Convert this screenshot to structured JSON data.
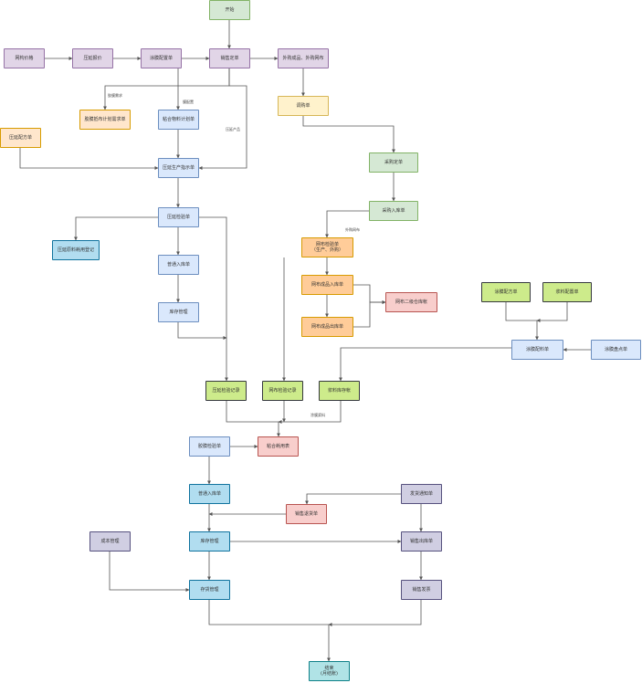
{
  "nodes": [
    {
      "id": "start",
      "label": "开始",
      "color": "green"
    },
    {
      "id": "n_gjjg",
      "label": "网构价格",
      "color": "purple"
    },
    {
      "id": "n_yzbj",
      "label": "压延报价",
      "color": "purple"
    },
    {
      "id": "n_tmpzd",
      "label": "涂膜配置单",
      "color": "purple"
    },
    {
      "id": "n_xsdd",
      "label": "销售定单",
      "color": "purple"
    },
    {
      "id": "n_wgcp",
      "label": "外购成品、外购网布",
      "color": "purple"
    },
    {
      "id": "n_dgd",
      "label": "调购单",
      "color": "yellow"
    },
    {
      "id": "n_tjzp",
      "label": "胶膜抵布计划需求单",
      "color": "orange"
    },
    {
      "id": "n_nhwl",
      "label": "粘合物料计划单",
      "color": "blue"
    },
    {
      "id": "n_yypf",
      "label": "压延配方单",
      "color": "orange"
    },
    {
      "id": "n_yysc",
      "label": "压延生产指示单",
      "color": "blue"
    },
    {
      "id": "n_cgdd",
      "label": "采购定单",
      "color": "green"
    },
    {
      "id": "n_cgrk",
      "label": "采购入库单",
      "color": "green"
    },
    {
      "id": "n_yyjy",
      "label": "压延检验单",
      "color": "blue"
    },
    {
      "id": "n_yyyl",
      "label": "压延原料耗用登记",
      "color": "cyan"
    },
    {
      "id": "n_pgrk1",
      "label": "普通入库单",
      "color": "blue"
    },
    {
      "id": "n_kc1",
      "label": "库存管理",
      "color": "blue"
    },
    {
      "id": "n_wbjy",
      "label": "网布检验单\n（生产、外购）",
      "color": "salmon"
    },
    {
      "id": "n_wbcprk",
      "label": "网布成品入库单",
      "color": "salmon"
    },
    {
      "id": "n_wbcpck",
      "label": "网布成品出库单",
      "color": "salmon"
    },
    {
      "id": "n_wbeck",
      "label": "网布二级仓库帐",
      "color": "pink"
    },
    {
      "id": "n_tmpf",
      "label": "涂膜配方单",
      "color": "lime"
    },
    {
      "id": "n_jlpz",
      "label": "浆料配置单",
      "color": "lime"
    },
    {
      "id": "n_tmplc",
      "label": "涂膜配料单",
      "color": "blue"
    },
    {
      "id": "n_tmpd",
      "label": "涂膜盘点单",
      "color": "blue"
    },
    {
      "id": "n_yyjyjl",
      "label": "压延检验记录",
      "color": "lime"
    },
    {
      "id": "n_wbjyjl",
      "label": "网布检验记录",
      "color": "lime"
    },
    {
      "id": "n_jlky",
      "label": "浆料库存帐",
      "color": "lime"
    },
    {
      "id": "n_tjjy",
      "label": "胶膜检验单",
      "color": "blue"
    },
    {
      "id": "n_nhhy",
      "label": "粘合耗用表",
      "color": "pink"
    },
    {
      "id": "n_pgrk2",
      "label": "普通入库单",
      "color": "cyan"
    },
    {
      "id": "n_xsth",
      "label": "销售退货单",
      "color": "pink"
    },
    {
      "id": "n_fhtz",
      "label": "发货通知单",
      "color": "slate"
    },
    {
      "id": "n_kc2",
      "label": "库存管理",
      "color": "cyan"
    },
    {
      "id": "n_xsck",
      "label": "销售出库单",
      "color": "slate"
    },
    {
      "id": "n_cbgl",
      "label": "成本管理",
      "color": "slate"
    },
    {
      "id": "n_cbgl2",
      "label": "存货管理",
      "color": "cyan"
    },
    {
      "id": "n_xsfp",
      "label": "销售发票",
      "color": "slate"
    },
    {
      "id": "end",
      "label": "结束\n(月结账)",
      "color": "teal"
    }
  ],
  "edge_labels": {
    "e1": "胶膜需求",
    "e2": "膜配置",
    "e3": "压延产品",
    "e4": "外购网布",
    "e5": "涂膜浆料"
  },
  "colors": {
    "edge": "#555555",
    "green": "#d5e8d4",
    "purple": "#e1d5e7",
    "yellow": "#fff2cc",
    "orange": "#ffe6cc",
    "blue": "#dae8fc",
    "cyan": "#b1ddf0",
    "salmon": "#ffcc99",
    "pink": "#f8cecc",
    "lime": "#cdeb8b",
    "slate": "#d0cee2",
    "teal": "#b0e3e6"
  }
}
